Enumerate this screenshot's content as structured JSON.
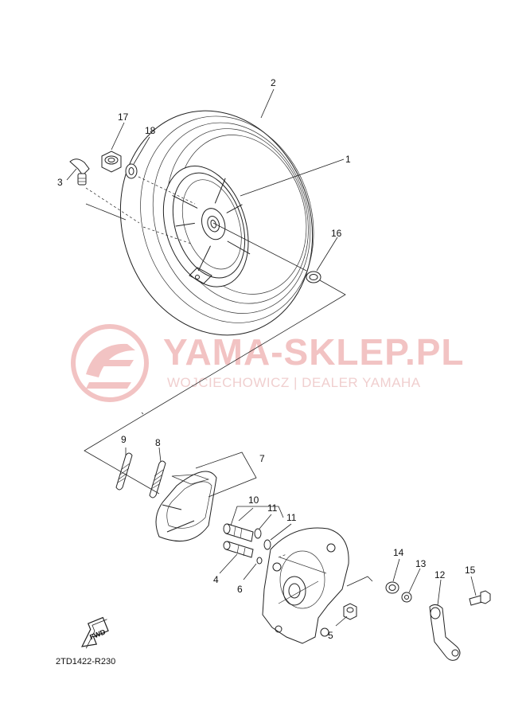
{
  "watermark": {
    "title": "YAMA-SKLEP.PL",
    "subtitle": "WOJCIECHOWICZ | DEALER YAMAHA",
    "color": "#f2c3c3"
  },
  "diagram_code": "2TD1422-R230",
  "fwd_label": "FWD",
  "callouts": {
    "c1": "1",
    "c2": "2",
    "c3": "3",
    "c4": "4",
    "c5": "5",
    "c6": "6",
    "c7": "7",
    "c8": "8",
    "c9": "9",
    "c10": "10",
    "c11a": "11",
    "c11b": "11",
    "c12": "12",
    "c13": "13",
    "c14": "14",
    "c15": "15",
    "c16": "16",
    "c17": "17",
    "c18": "18"
  }
}
